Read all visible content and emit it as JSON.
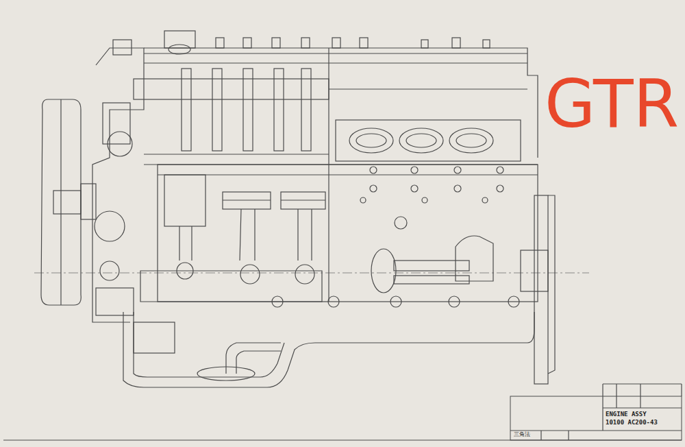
{
  "diagram": {
    "labels": [
      "GTR",
      "ENGINE ASSY",
      "10100 AC200-43",
      "三角法"
    ]
  }
}
